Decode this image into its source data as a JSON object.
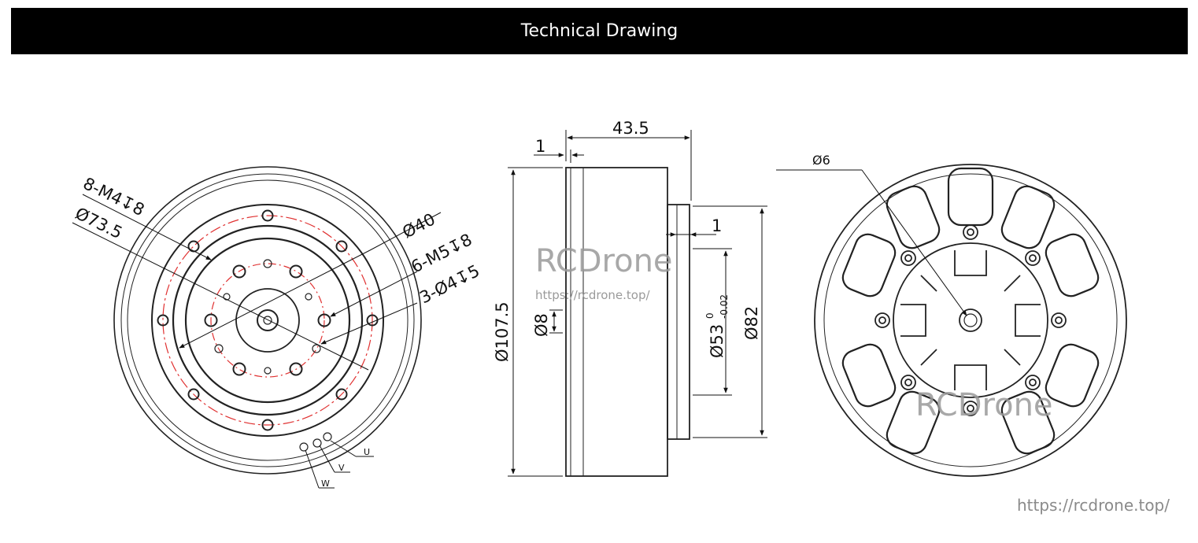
{
  "header": {
    "title": "Technical Drawing"
  },
  "front_view": {
    "labels": {
      "m4": "8-M4↧8",
      "d73": "Ø73.5",
      "d40": "Ø40",
      "m5": "6-M5↧8",
      "d4": "3-Ø4↧5"
    },
    "phases": {
      "u": "U",
      "v": "V",
      "w": "W"
    }
  },
  "side_view": {
    "labels": {
      "len": "43.5",
      "flange": "1",
      "step": "1",
      "body_dia": "Ø107.5",
      "shaft_dia": "Ø8",
      "pilot_dia": "Ø53",
      "pilot_tol_upper": "0",
      "pilot_tol_lower": "-0.02",
      "base_dia": "Ø82"
    }
  },
  "back_view": {
    "labels": {
      "center_hole": "Ø6"
    }
  },
  "watermarks": {
    "brand": "RCDrone",
    "url": "https://rcdrone.top/",
    "brand_bottom": "RCDrone"
  },
  "footer": {
    "url": "https://rcdrone.top/"
  }
}
